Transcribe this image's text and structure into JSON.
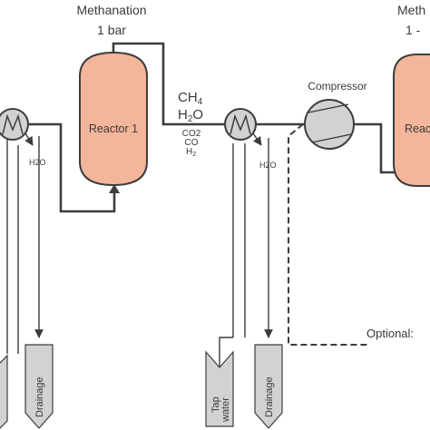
{
  "header": {
    "section_1_title": "Methanation",
    "section_1_pressure": "1 bar",
    "section_2_title_partial": "Meth",
    "section_2_pressure_partial": "1 -"
  },
  "units": {
    "reactor_1": "Reactor 1",
    "reactor_2_partial": "Reac",
    "compressor": "Compressor"
  },
  "streams": {
    "ch4": "CH",
    "ch4_sub": "4",
    "h2o": "H",
    "h2o_sub": "2",
    "h2o_o": "O",
    "co2": "CO2",
    "co": "CO",
    "h2": "H",
    "h2_sub": "2",
    "condensate_left": "H2O",
    "condensate_right": "H2O"
  },
  "tanks": {
    "drainage_left": "Drainage",
    "tap_water": "Tap\nwater",
    "tap_line_1": "Tap",
    "tap_line_2": "water",
    "drainage_right": "Drainage"
  },
  "optional_label_partial": "Optional:",
  "colors": {
    "reactor_fill": "#f4b69a",
    "equipment_fill": "#d2d2d2",
    "line": "#3c3c3c",
    "text": "#3a3a3a"
  }
}
